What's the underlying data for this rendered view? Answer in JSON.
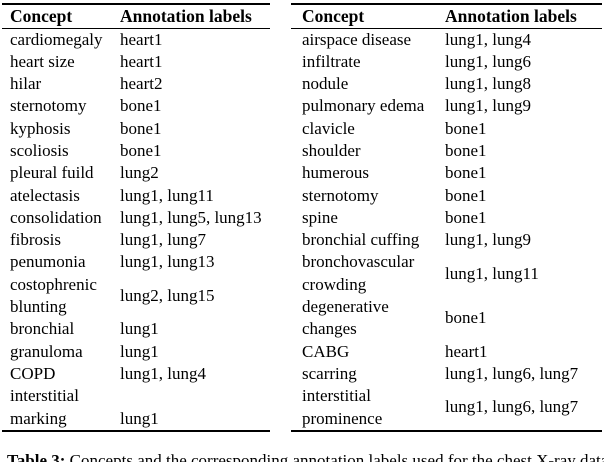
{
  "page": {
    "background_color": "#ffffff",
    "text_color": "#000000",
    "rule_color": "#000000"
  },
  "left_table": {
    "headers": {
      "concept": "Concept",
      "labels": "Annotation labels"
    },
    "rows": [
      {
        "concept": "cardiomegaly",
        "labels": "heart1"
      },
      {
        "concept": "heart size",
        "labels": "heart1"
      },
      {
        "concept": "hilar",
        "labels": "heart2"
      },
      {
        "concept": "sternotomy",
        "labels": "bone1"
      },
      {
        "concept": "kyphosis",
        "labels": "bone1"
      },
      {
        "concept": "scoliosis",
        "labels": "bone1"
      },
      {
        "concept": "pleural fuild",
        "labels": "lung2"
      },
      {
        "concept": "atelectasis",
        "labels": "lung1, lung11"
      },
      {
        "concept": "consolidation",
        "labels": "lung1, lung5, lung13"
      },
      {
        "concept": "fibrosis",
        "labels": "lung1, lung7"
      },
      {
        "concept": "penumonia",
        "labels": "lung1, lung13"
      },
      {
        "concept": "costophrenic blunting",
        "labels": "lung2, lung15"
      },
      {
        "concept": "bronchial",
        "labels": "lung1"
      },
      {
        "concept": "granuloma",
        "labels": "lung1"
      },
      {
        "concept": "COPD",
        "labels": "lung1, lung4"
      },
      {
        "concept": "interstitial marking",
        "labels": "lung1",
        "valign": "bottom"
      }
    ]
  },
  "right_table": {
    "headers": {
      "concept": "Concept",
      "labels": "Annotation labels"
    },
    "rows": [
      {
        "concept": "airspace disease",
        "labels": "lung1, lung4"
      },
      {
        "concept": "infiltrate",
        "labels": "lung1, lung6"
      },
      {
        "concept": "nodule",
        "labels": "lung1, lung8"
      },
      {
        "concept": "pulmonary edema",
        "labels": "lung1, lung9"
      },
      {
        "concept": "clavicle",
        "labels": "bone1"
      },
      {
        "concept": "shoulder",
        "labels": "bone1"
      },
      {
        "concept": "humerous",
        "labels": "bone1"
      },
      {
        "concept": "sternotomy",
        "labels": "bone1"
      },
      {
        "concept": "spine",
        "labels": "bone1"
      },
      {
        "concept": "bronchial cuffing",
        "labels": "lung1, lung9"
      },
      {
        "concept": "bronchovascular crowding",
        "labels": "lung1, lung11"
      },
      {
        "concept": "degenerative changes",
        "labels": "bone1"
      },
      {
        "concept": "CABG",
        "labels": "heart1"
      },
      {
        "concept": "scarring",
        "labels": "lung1, lung6, lung7"
      },
      {
        "concept": "interstitial prominence",
        "labels": "lung1, lung6, lung7"
      }
    ]
  },
  "caption_cutoff": {
    "prefix": "Table 3:",
    "text": " Concepts and the corresponding annotation labels used for the chest X-ray dataset."
  }
}
